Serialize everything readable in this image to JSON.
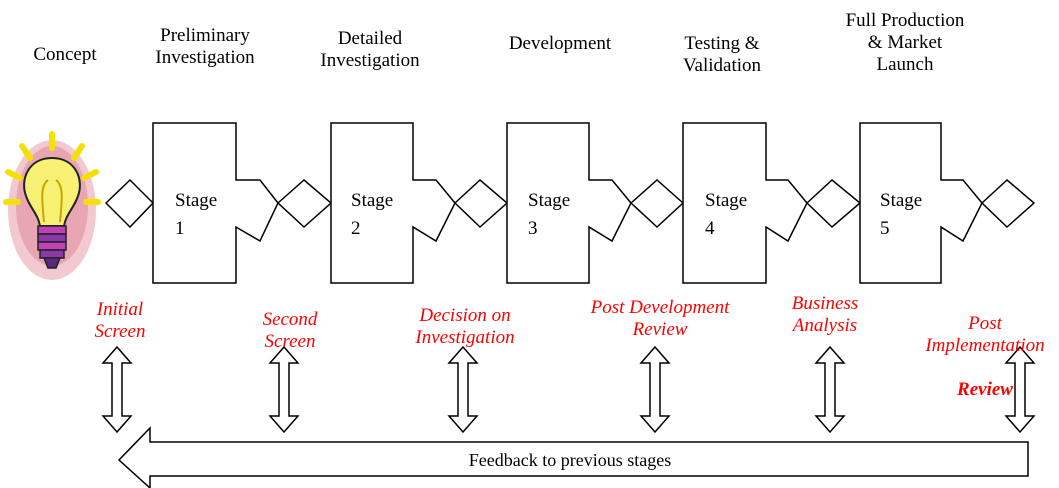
{
  "phases": [
    {
      "id": "concept",
      "title": "Concept"
    },
    {
      "id": "preliminary",
      "title": "Preliminary\nInvestigation"
    },
    {
      "id": "detailed",
      "title": "Detailed\nInvestigation"
    },
    {
      "id": "development",
      "title": "Development"
    },
    {
      "id": "testing",
      "title": "Testing &\nValidation"
    },
    {
      "id": "full-production",
      "title": "Full Production\n& Market\nLaunch"
    }
  ],
  "stages": [
    {
      "label": "Stage\n1"
    },
    {
      "label": "Stage\n2"
    },
    {
      "label": "Stage\n3"
    },
    {
      "label": "Stage\n4"
    },
    {
      "label": "Stage\n5"
    }
  ],
  "gates": [
    {
      "text": "Initial\nScreen"
    },
    {
      "text": "Second\nScreen"
    },
    {
      "text": "Decision on\nInvestigation"
    },
    {
      "text": "Post Development\nReview"
    },
    {
      "text": "Business\nAnalysis"
    },
    {
      "text": "Post\nImplementation",
      "bold_text": "Review"
    }
  ],
  "feedback": {
    "label": "Feedback to previous stages"
  },
  "icons": {
    "concept": "lightbulb-icon"
  },
  "colors": {
    "gate_text": "#ff0000",
    "line": "#000000"
  }
}
